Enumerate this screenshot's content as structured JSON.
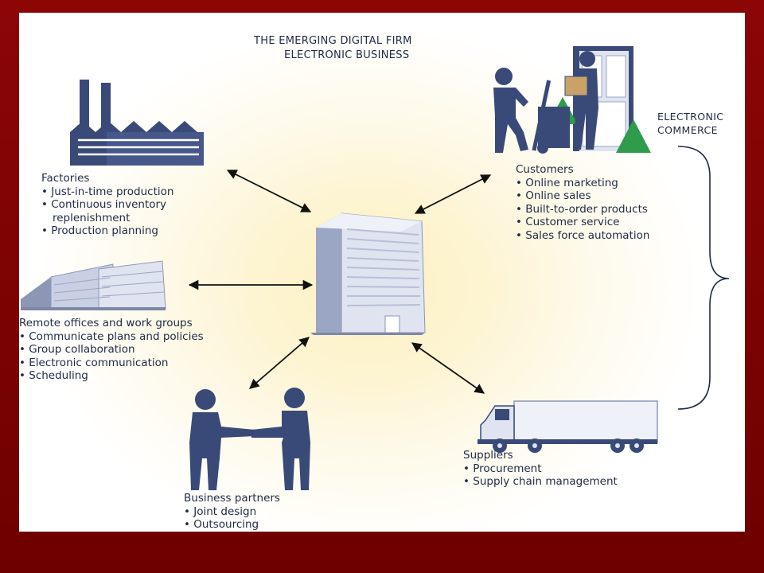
{
  "title": {
    "line1": "THE EMERGING DIGITAL FIRM",
    "line2": "ELECTRONIC BUSINESS"
  },
  "electronic_commerce": {
    "line1": "ELECTRONIC",
    "line2": "COMMERCE"
  },
  "nodes": {
    "factories": {
      "heading": "Factories",
      "items": [
        "• Just-in-time production",
        "• Continuous inventory",
        "replenishment",
        "• Production planning"
      ]
    },
    "remote_offices": {
      "heading": "Remote offices and work groups",
      "items": [
        "• Communicate plans and policies",
        "• Group collaboration",
        "• Electronic communication",
        "• Scheduling"
      ]
    },
    "business_partners": {
      "heading": "Business partners",
      "items": [
        "• Joint design",
        "• Outsourcing"
      ]
    },
    "customers": {
      "heading": "Customers",
      "items": [
        "• Online marketing",
        "• Online sales",
        "• Built-to-order products",
        "• Customer service",
        "• Sales force automation"
      ]
    },
    "suppliers": {
      "heading": "Suppliers",
      "items": [
        "• Procurement",
        "• Supply chain management"
      ]
    }
  },
  "colors": {
    "slide_background": "#7a0000",
    "ink": "#1f2a44",
    "icon_fill": "#3a4a78",
    "building_light": "#d4daea",
    "tree": "#2e9c4a",
    "glow": "#fdf1c2"
  },
  "icons": [
    "factory-icon",
    "office-complex-icon",
    "handshake-icon",
    "customer-delivery-icon",
    "delivery-truck-icon",
    "headquarters-building-icon"
  ]
}
